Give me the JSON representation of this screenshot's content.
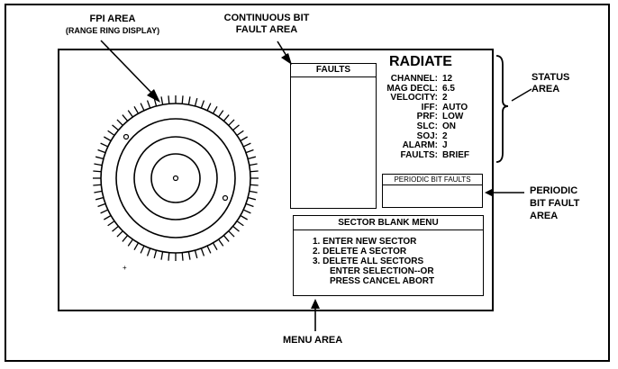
{
  "callouts": {
    "fpi_area": "FPI AREA",
    "fpi_area_sub": "(RANGE RING DISPLAY)",
    "continuous_bit_line1": "CONTINUOUS BIT",
    "continuous_bit_line2": "FAULT AREA",
    "status_line1": "STATUS",
    "status_line2": "AREA",
    "periodic_line1": "PERIODIC",
    "periodic_line2": "BIT FAULT",
    "periodic_line3": "AREA",
    "menu_area": "MENU AREA"
  },
  "faults_box": {
    "title": "FAULTS"
  },
  "status": {
    "mode": "RADIATE",
    "rows": [
      {
        "label": "CHANNEL:",
        "value": "12"
      },
      {
        "label": "MAG DECL:",
        "value": "6.5"
      },
      {
        "label": "VELOCITY:",
        "value": "2"
      },
      {
        "label": "IFF:",
        "value": "AUTO"
      },
      {
        "label": "PRF:",
        "value": "LOW"
      },
      {
        "label": "SLC:",
        "value": "ON"
      },
      {
        "label": "SOJ:",
        "value": "2"
      },
      {
        "label": "ALARM:",
        "value": "J"
      },
      {
        "label": "FAULTS:",
        "value": "BRIEF"
      }
    ]
  },
  "periodic_box": {
    "title": "PERIODIC BIT FAULTS"
  },
  "menu": {
    "title": "SECTOR BLANK MENU",
    "items": [
      "1. ENTER NEW SECTOR",
      "2. DELETE A SECTOR",
      "3. DELETE ALL SECTORS",
      "ENTER SELECTION--OR",
      "PRESS CANCEL ABORT"
    ]
  }
}
